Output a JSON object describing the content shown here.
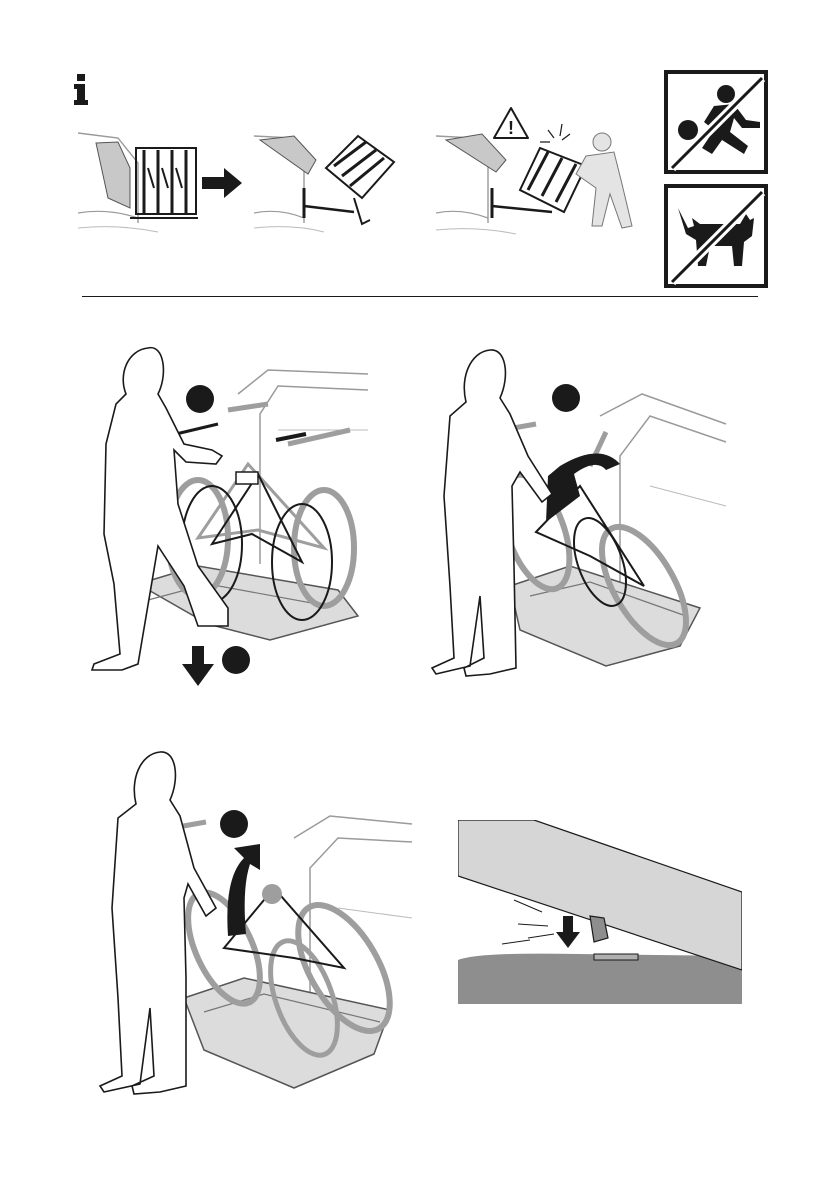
{
  "page": {
    "background": "#ffffff",
    "ink": "#1a1a1a",
    "mid_gray": "#8a8a8a",
    "light_gray": "#d6d6d6"
  },
  "info_icon": {
    "glyph": "i",
    "icon": "info-icon"
  },
  "top_row": {
    "panels": [
      "car-with-folded-bike-rack",
      "car-with-tilted-bike-rack",
      "car-rack-tilt-hazard-warning"
    ],
    "arrow_icon": "right-arrow-icon",
    "warning_icon": "warning-triangle-icon",
    "warning_glyph": "!"
  },
  "prohibition_signs": [
    {
      "icon": "no-children-playing-icon"
    },
    {
      "icon": "no-dogs-icon"
    }
  ],
  "steps": [
    {
      "icon": "step-marker-dot",
      "label": ""
    },
    {
      "icon": "step-marker-dot",
      "label": ""
    },
    {
      "icon": "step-marker-dot",
      "label": ""
    },
    {
      "icon": "step-marker-dot",
      "label": ""
    }
  ],
  "detail": {
    "icon": "tailgate-clearance-detail",
    "arrow_icon": "down-arrow-icon"
  }
}
